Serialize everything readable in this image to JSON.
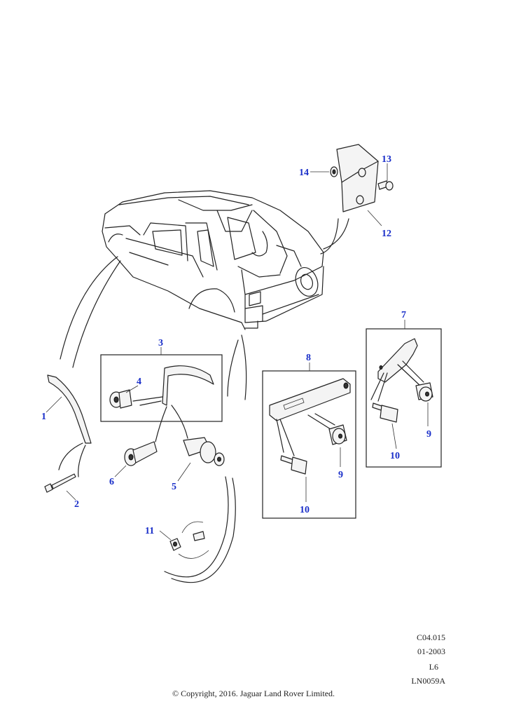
{
  "callouts": {
    "c1": "1",
    "c2": "2",
    "c3": "3",
    "c4": "4",
    "c5": "5",
    "c6": "6",
    "c7": "7",
    "c8": "8",
    "c9a": "9",
    "c9b": "9",
    "c10a": "10",
    "c10b": "10",
    "c11": "11",
    "c12": "12",
    "c13": "13",
    "c14": "14"
  },
  "colors": {
    "callout": "#1a2fc9",
    "line": "#222222"
  },
  "reference": {
    "code": "C04.015",
    "date": "01-2003",
    "line3": "L6",
    "illustration": "LN0059A"
  },
  "copyright": "© Copyright, 2016. Jaguar Land Rover Limited."
}
